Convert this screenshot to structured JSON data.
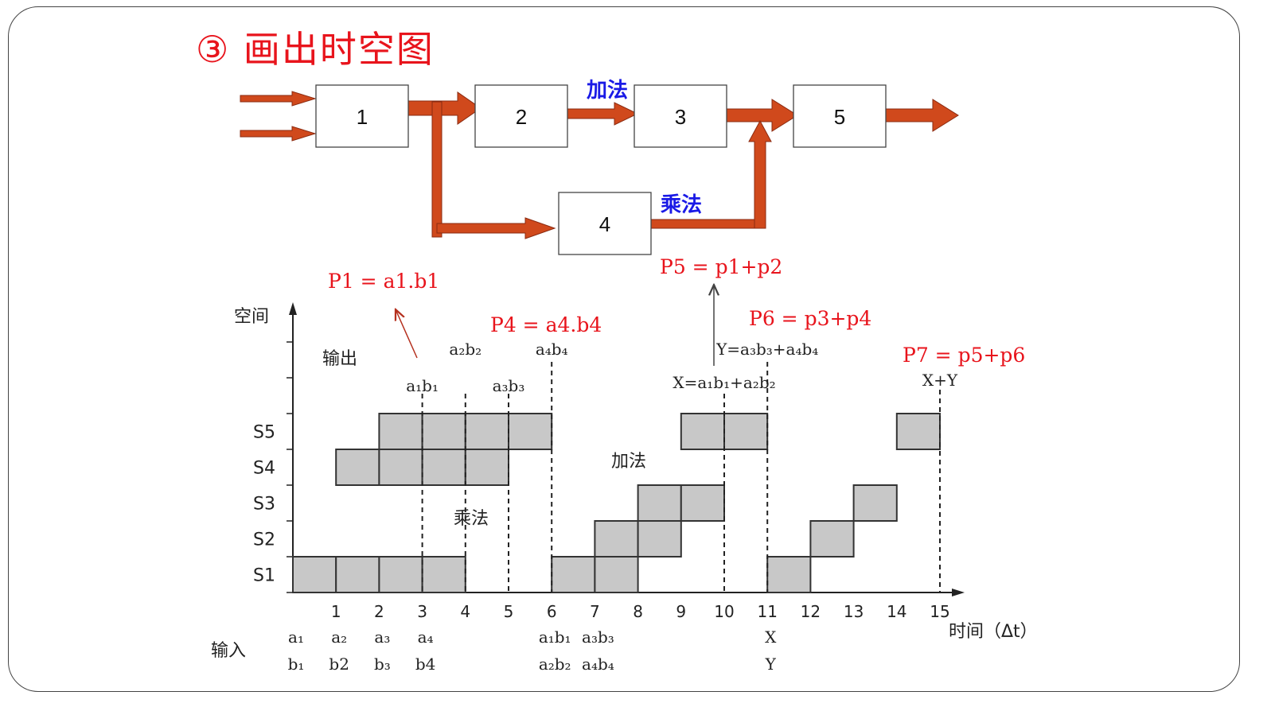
{
  "title": "③ 画出时空图",
  "pipeline": {
    "blocks": [
      "1",
      "2",
      "3",
      "4",
      "5"
    ],
    "add_label": "加法",
    "mul_label": "乘法"
  },
  "annotations": {
    "p1": "P1 = a1.b1",
    "p4": "P4 = a4.b4",
    "p5": "P5 = p1+p2",
    "p6": "P6 = p3+p4",
    "p7": "P7 = p5+p6"
  },
  "chart": {
    "y_axis_label": "空间",
    "x_axis_label": "时间（Δt）",
    "output_label": "输出",
    "input_label": "输入",
    "mul_region": "乘法",
    "add_region": "加法",
    "stages": [
      "S1",
      "S2",
      "S3",
      "S4",
      "S5"
    ],
    "x_ticks": [
      "1",
      "2",
      "3",
      "4",
      "5",
      "6",
      "7",
      "8",
      "9",
      "10",
      "11",
      "12",
      "13",
      "14",
      "15"
    ],
    "outputs": [
      {
        "text": "a₁b₁",
        "t": 3
      },
      {
        "text": "a₂b₂",
        "t": 4
      },
      {
        "text": "a₃b₃",
        "t": 5
      },
      {
        "text": "a₄b₄",
        "t": 6
      },
      {
        "text": "X=a₁b₁+a₂b₂",
        "t": 10
      },
      {
        "text": "Y=a₃b₃+a₄b₄",
        "t": 11
      },
      {
        "text": "X+Y",
        "t": 15
      }
    ],
    "inputs_row1": [
      {
        "text": "a₁",
        "t": 0
      },
      {
        "text": "a₂",
        "t": 1
      },
      {
        "text": "a₃",
        "t": 2
      },
      {
        "text": "a₄",
        "t": 3
      },
      {
        "text": "a₁b₁",
        "t": 6
      },
      {
        "text": "a₃b₃",
        "t": 7
      },
      {
        "text": "X",
        "t": 11
      }
    ],
    "inputs_row2": [
      {
        "text": "b₁",
        "t": 0
      },
      {
        "text": "b2",
        "t": 1
      },
      {
        "text": "b₃",
        "t": 2
      },
      {
        "text": "b4",
        "t": 3
      },
      {
        "text": "a₂b₂",
        "t": 6
      },
      {
        "text": "a₄b₄",
        "t": 7
      },
      {
        "text": "Y",
        "t": 11
      }
    ],
    "occupancy": [
      {
        "stage": "S1",
        "slots": [
          0,
          1,
          2,
          3,
          6,
          7,
          11
        ]
      },
      {
        "stage": "S2",
        "slots": [
          7,
          8,
          12
        ]
      },
      {
        "stage": "S3",
        "slots": [
          8,
          9,
          13
        ]
      },
      {
        "stage": "S4",
        "slots": [
          1,
          2,
          3,
          4
        ]
      },
      {
        "stage": "S5",
        "slots": [
          2,
          3,
          4,
          5,
          9,
          10,
          14
        ]
      }
    ],
    "dashed_markers_t": [
      3,
      4,
      5,
      6,
      10,
      11,
      15
    ]
  }
}
